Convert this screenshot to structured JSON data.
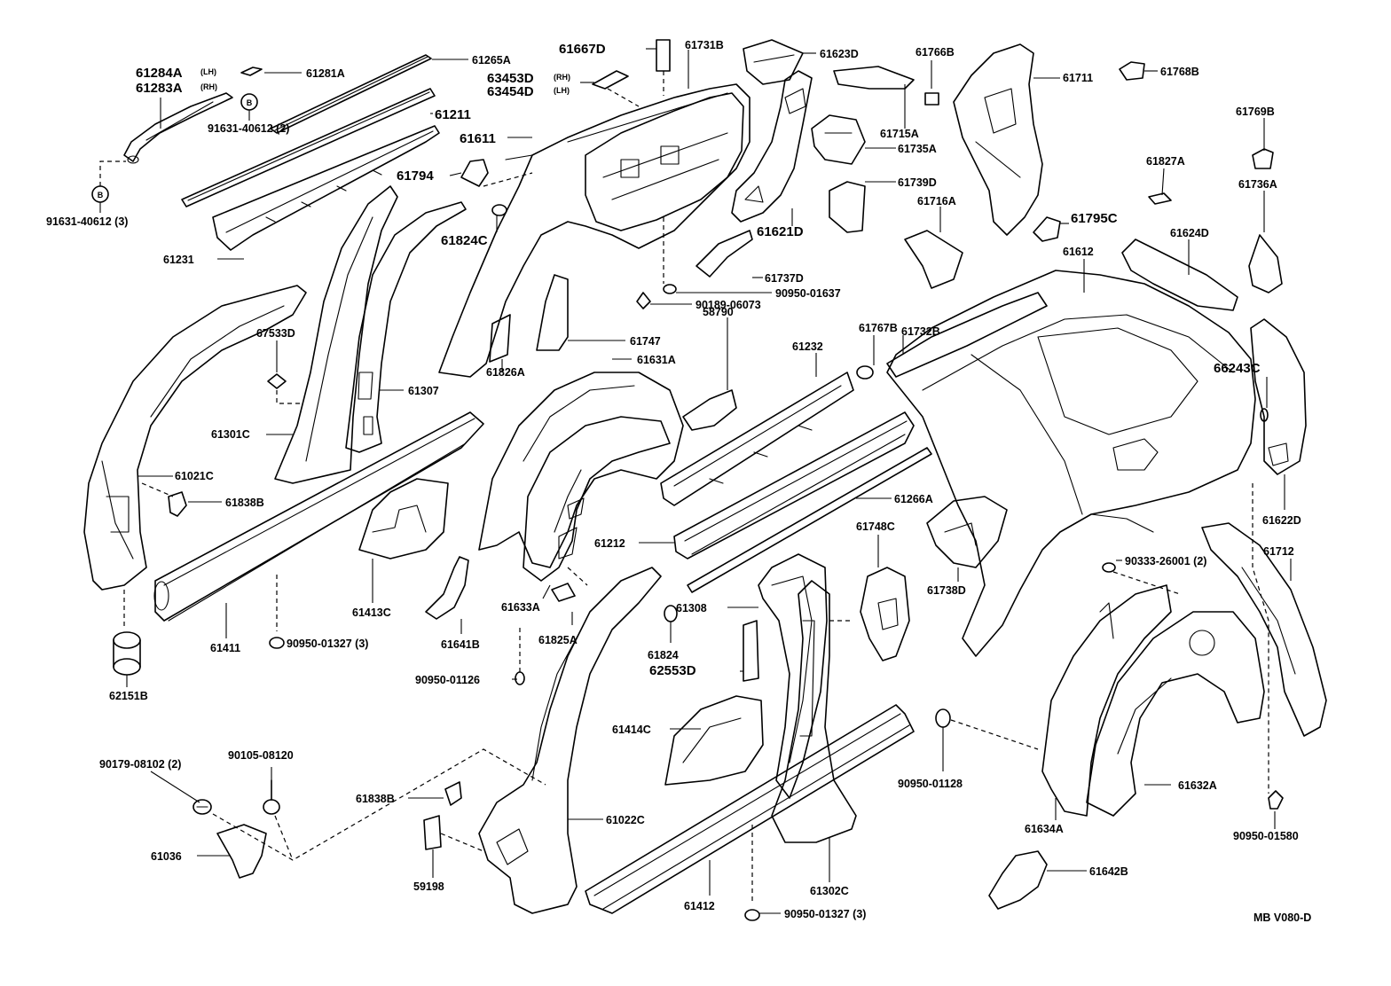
{
  "diagram_code": "MB V080-D",
  "circle_marker": "B",
  "labels": {
    "p61284A": "61284A",
    "p61284A_side": "(LH)",
    "p61283A": "61283A",
    "p61283A_side": "(RH)",
    "p61281A": "61281A",
    "p61265A": "61265A",
    "p61211": "61211",
    "p91631_40612_2": "91631-40612 (2)",
    "p91631_40612_3": "91631-40612 (3)",
    "p61231": "61231",
    "p61667D": "61667D",
    "p61731B": "61731B",
    "p63453D": "63453D",
    "p63453D_side": "(RH)",
    "p63454D": "63454D",
    "p63454D_side": "(LH)",
    "p61611": "61611",
    "p61794": "61794",
    "p61824C": "61824C",
    "p61623D": "61623D",
    "p61766B": "61766B",
    "p61711": "61711",
    "p61768B": "61768B",
    "p61715A": "61715A",
    "p61735A": "61735A",
    "p61769B": "61769B",
    "p61827A": "61827A",
    "p61736A": "61736A",
    "p61739D": "61739D",
    "p61716A": "61716A",
    "p61621D": "61621D",
    "p61795C": "61795C",
    "p61624D": "61624D",
    "p61737D": "61737D",
    "p90950_01637": "90950-01637",
    "p90189_06073": "90189-06073",
    "p61612": "61612",
    "p67533D": "67533D",
    "p61747": "61747",
    "p58790": "58790",
    "p61232": "61232",
    "p61767B": "61767B",
    "p61732B": "61732B",
    "p61631A": "61631A",
    "p61826A": "61826A",
    "p61307": "61307",
    "p66243C": "66243C",
    "p61301C": "61301C",
    "p61021C": "61021C",
    "p61838B_top": "61838B",
    "p61266A": "61266A",
    "p61748C": "61748C",
    "p61212": "61212",
    "p61622D": "61622D",
    "p61738D": "61738D",
    "p90333_26001": "90333-26001 (2)",
    "p61712": "61712",
    "p61413C": "61413C",
    "p61411": "61411",
    "p90950_01327_3_top": "90950-01327 (3)",
    "p61641B": "61641B",
    "p61633A": "61633A",
    "p61825A": "61825A",
    "p61308": "61308",
    "p62151B": "62151B",
    "p61824": "61824",
    "p62553D": "62553D",
    "p90950_01126": "90950-01126",
    "p61414C": "61414C",
    "p90950_01128": "90950-01128",
    "p61632A": "61632A",
    "p90179_08102": "90179-08102 (2)",
    "p90105_08120": "90105-08120",
    "p61838B_bottom": "61838B",
    "p61022C": "61022C",
    "p61634A": "61634A",
    "p90950_01580": "90950-01580",
    "p61036": "61036",
    "p59198": "59198",
    "p61412": "61412",
    "p61302C": "61302C",
    "p61642B": "61642B",
    "p90950_01327_3_bottom": "90950-01327 (3)"
  }
}
